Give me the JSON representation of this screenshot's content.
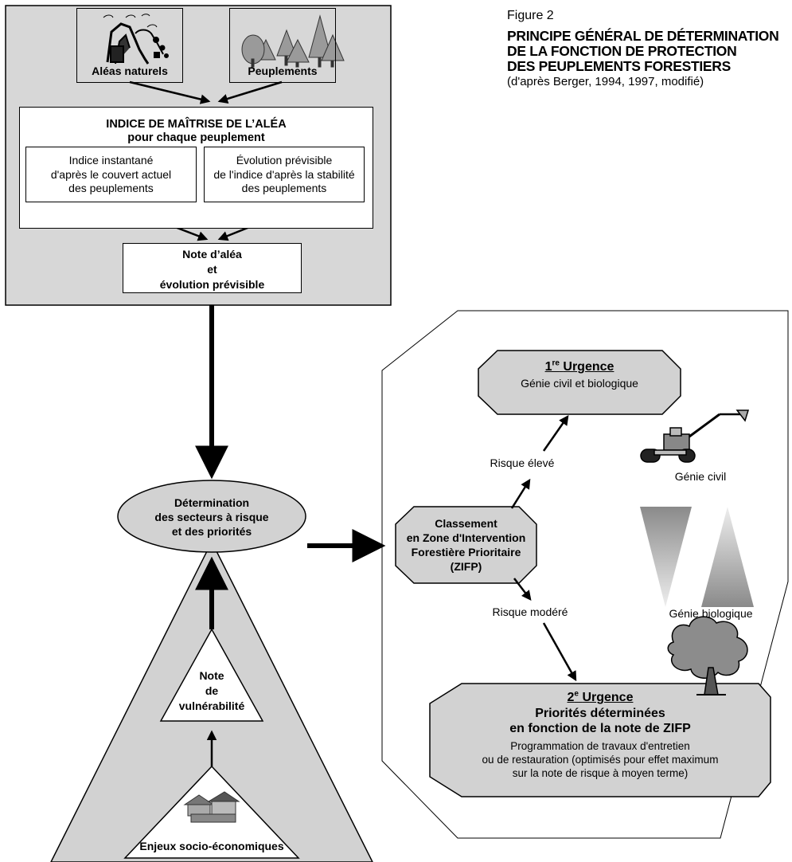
{
  "figure": {
    "label": "Figure 2",
    "title": "PRINCIPE GÉNÉRAL DE DÉTERMINATION\nDE LA FONCTION DE PROTECTION\nDES PEUPLEMENTS FORESTIERS",
    "source": "(d'après Berger, 1994, 1997, modifié)"
  },
  "top_panel": {
    "hazards_label": "Aléas naturels",
    "stands_label": "Peuplements",
    "index_title": "INDICE DE MAÎTRISE DE L’ALÉA",
    "index_subtitle": "pour chaque peuplement",
    "instant_index": "Indice instantané\nd'après le couvert actuel\ndes peuplements",
    "foreseeable_index": "Évolution prévisible\nde l'indice d'après la stabilité\ndes peuplements",
    "hazard_score": "Note d’aléa\net\névolution prévisible"
  },
  "determination": "Détermination\ndes secteurs à risque\net des priorités",
  "vulnerability": {
    "score": "Note\nde\nvulnérabilité",
    "stakes": "Enjeux socio-économiques"
  },
  "right_panel": {
    "classification": "Classement\nen Zone d'Intervention\nForestière Prioritaire\n(ZIFP)",
    "high_risk": "Risque élevé",
    "moderate_risk": "Risque modéré",
    "urgency1": {
      "rank": "1",
      "suffix": "re",
      "word": "Urgence",
      "text": "Génie civil et biologique"
    },
    "urgency2": {
      "rank": "2",
      "suffix": "e",
      "word": "Urgence",
      "title": "Priorités déterminées\nen fonction de la note de ZIFP",
      "text": "Programmation de travaux d'entretien\nou de restauration (optimisés pour effet maximum\nsur la note de risque à moyen terme)"
    },
    "civil_label": "Génie civil",
    "bio_label": "Génie biologique"
  },
  "icons": {
    "hazards": "avalanche-rockfall-illustration",
    "stands": "forest-trees-illustration",
    "civil": "excavator-illustration",
    "bio": "tree-illustration",
    "stakes": "village-houses-illustration"
  }
}
